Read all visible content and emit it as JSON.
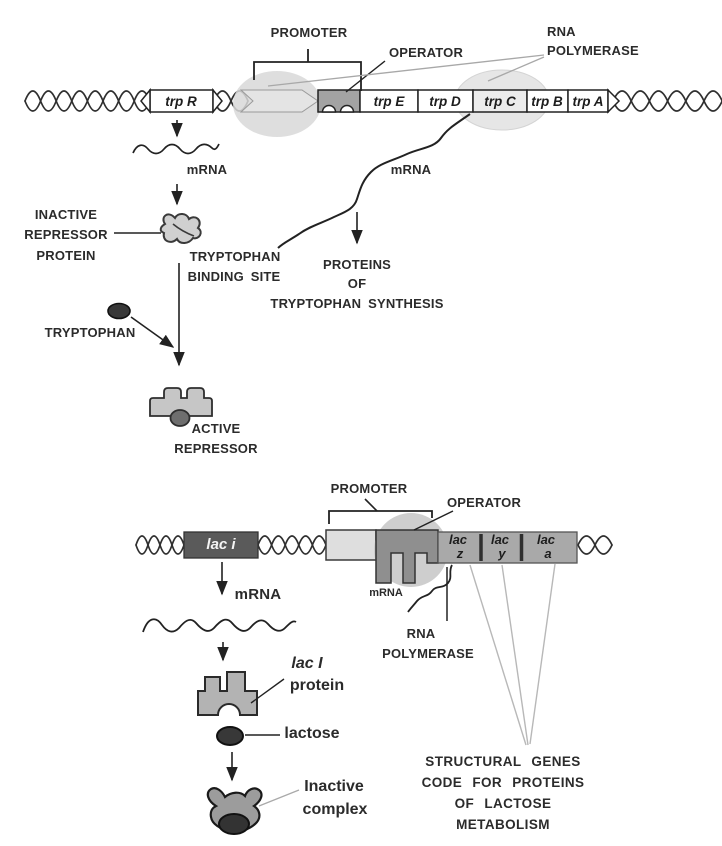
{
  "title": "Gene regulation diagram: trp operon and lac operon",
  "colors": {
    "background": "#ffffff",
    "text": "#2b2b2b",
    "dna_outline": "#2f2f2f",
    "trp_operator_gray": "#a3a3a3",
    "trp_promoter_light": "#e4e4e4",
    "polymerase_blob": "#d8d8d8",
    "lac_gene_bar": "#a9a9a9",
    "lac_regulator_box": "#5a5a5a",
    "lac_operator_gray": "#8f8f8f",
    "repressor_gray": "#c6c6c6",
    "dark_molecule": "#383838",
    "pointer_gray": "#b5b5b5"
  },
  "trp_operon": {
    "promoter_label": "PROMOTER",
    "operator_label": "OPERATOR",
    "rna_polymerase_label": [
      "RNA",
      "POLYMERASE"
    ],
    "regulator_gene": "trp R",
    "structural_genes": [
      "trp E",
      "trp D",
      "trp C",
      "trp B",
      "trp A"
    ],
    "regulator_mrna_label": "mRNA",
    "operon_mrna_label": "mRNA",
    "inactive_repressor_label": [
      "INACTIVE",
      "REPRESSOR",
      "PROTEIN"
    ],
    "binding_site_label": [
      "TRYPTOPHAN",
      "BINDING SITE"
    ],
    "tryptophan_label": "TRYPTOPHAN",
    "active_repressor_label": [
      "ACTIVE",
      "REPRESSOR"
    ],
    "proteins_label": [
      "PROTEINS",
      "OF",
      "TRYPTOPHAN SYNTHESIS"
    ]
  },
  "lac_operon": {
    "promoter_label": "PROMOTER",
    "operator_label": "OPERATOR",
    "rna_polymerase_label": [
      "RNA",
      "POLYMERASE"
    ],
    "regulator_gene": "lac i",
    "structural_genes": [
      [
        "lac",
        "z"
      ],
      [
        "lac",
        "y"
      ],
      [
        "lac",
        "a"
      ]
    ],
    "regulator_mrna_label": "mRNA",
    "operon_mrna_label": "mRNA",
    "repressor_protein_label": [
      "lac I",
      "protein"
    ],
    "lactose_label": "lactose",
    "inactive_complex_label": [
      "Inactive",
      "complex"
    ],
    "structural_genes_note": [
      "STRUCTURAL GENES",
      "CODE FOR PROTEINS",
      "OF LACTOSE",
      "METABOLISM"
    ]
  }
}
